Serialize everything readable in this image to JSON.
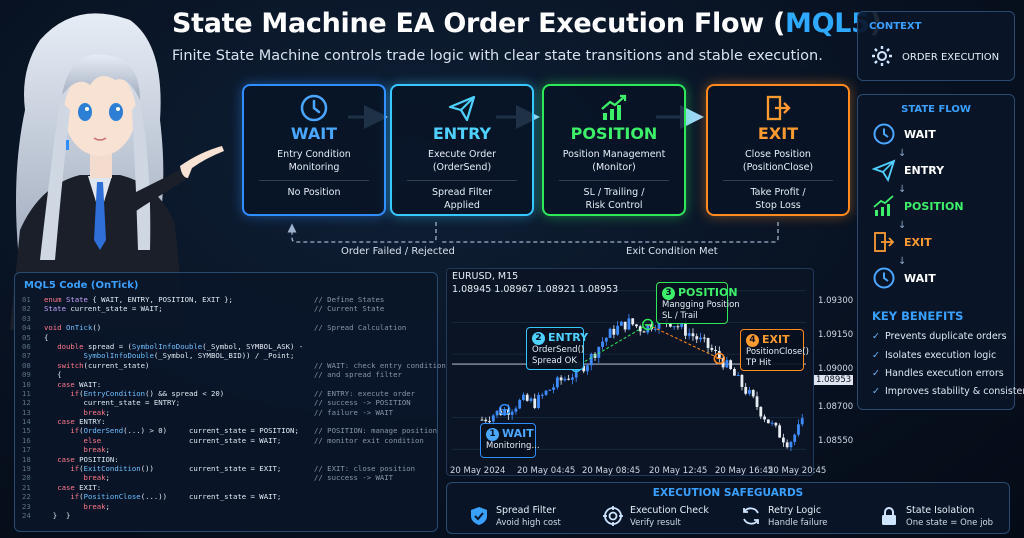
{
  "title": {
    "main": "State Machine EA Order Execution Flow (",
    "highlight": "MQL5",
    "end": ")"
  },
  "subtitle": "Finite State Machine controls trade logic with clear state transitions and stable execution.",
  "states": [
    {
      "name": "WAIT",
      "line1a": "Entry Condition",
      "line1b": "Monitoring",
      "line2a": "No Position",
      "line2b": ""
    },
    {
      "name": "ENTRY",
      "line1a": "Execute Order",
      "line1b": "(OrderSend)",
      "line2a": "Spread Filter",
      "line2b": "Applied"
    },
    {
      "name": "POSITION",
      "line1a": "Position Management",
      "line1b": "(Monitor)",
      "line2a": "SL / Trailing /",
      "line2b": "Risk Control"
    },
    {
      "name": "EXIT",
      "line1a": "Close Position",
      "line1b": "(PositionClose)",
      "line2a": "Take Profit /",
      "line2b": "Stop Loss"
    }
  ],
  "loops": {
    "failed": "Order Failed / Rejected",
    "exit": "Exit Condition Met"
  },
  "context": {
    "title": "CONTEXT",
    "value": "ORDER EXECUTION"
  },
  "state_flow": {
    "title": "STATE FLOW",
    "steps": [
      "WAIT",
      "ENTRY",
      "POSITION",
      "EXIT",
      "WAIT"
    ]
  },
  "benefits": {
    "title": "KEY BENEFITS",
    "items": [
      "Prevents duplicate orders",
      "Isolates execution logic",
      "Handles execution errors",
      "Improves stability & consistency"
    ]
  },
  "code": {
    "title": "MQL5 Code (OnTick)",
    "lines": [
      {
        "n": "01",
        "code": "enum State { WAIT, ENTRY, POSITION, EXIT };",
        "comment": "// Define States"
      },
      {
        "n": "02",
        "code": "State current_state = WAIT;",
        "comment": "// Current State"
      },
      {
        "n": "03",
        "code": "",
        "comment": ""
      },
      {
        "n": "04",
        "code": "void OnTick()",
        "comment": "// Spread Calculation"
      },
      {
        "n": "05",
        "code": "{",
        "comment": ""
      },
      {
        "n": "06",
        "code": "   double spread = (SymbolInfoDouble(_Symbol, SYMBOL_ASK) -",
        "comment": ""
      },
      {
        "n": "07",
        "code": "         SymbolInfoDouble(_Symbol, SYMBOL_BID)) / _Point;",
        "comment": ""
      },
      {
        "n": "08",
        "code": "   switch(current_state)",
        "comment": "// WAIT: check entry condition"
      },
      {
        "n": "09",
        "code": "   {",
        "comment": "// and spread filter"
      },
      {
        "n": "10",
        "code": "   case WAIT:",
        "comment": ""
      },
      {
        "n": "11",
        "code": "      if(EntryCondition() && spread < 20)",
        "comment": "// ENTRY: execute order"
      },
      {
        "n": "12",
        "code": "         current_state = ENTRY;",
        "comment": "// success -> POSITION"
      },
      {
        "n": "13",
        "code": "         break;",
        "comment": "// failure -> WAIT"
      },
      {
        "n": "14",
        "code": "   case ENTRY:",
        "comment": ""
      },
      {
        "n": "15",
        "code": "      if(OrderSend(...) > 0)     current_state = POSITION;",
        "comment": "// POSITION: manage position"
      },
      {
        "n": "16",
        "code": "         else                    current_state = WAIT;",
        "comment": "// monitor exit condition"
      },
      {
        "n": "17",
        "code": "         break;",
        "comment": ""
      },
      {
        "n": "18",
        "code": "   case POSITION:",
        "comment": ""
      },
      {
        "n": "19",
        "code": "      if(ExitCondition())        current_state = EXIT;",
        "comment": "// EXIT: close position"
      },
      {
        "n": "20",
        "code": "         break;",
        "comment": "// success -> WAIT"
      },
      {
        "n": "21",
        "code": "   case EXIT:",
        "comment": ""
      },
      {
        "n": "22",
        "code": "      if(PositionClose(...))     current_state = WAIT;",
        "comment": ""
      },
      {
        "n": "23",
        "code": "         break;",
        "comment": ""
      },
      {
        "n": "24",
        "code": "  }  }",
        "comment": ""
      }
    ]
  },
  "chart": {
    "symbol": "EURUSD, M15",
    "ohlc": "1.08945  1.08967  1.08921  1.08953",
    "current_price": "1.08953",
    "y_ticks": [
      "1.09300",
      "1.09150",
      "1.09000",
      "1.08700",
      "1.08550"
    ],
    "x_ticks": [
      "20 May 2024",
      "20 May 04:45",
      "20 May 08:45",
      "20 May 12:45",
      "20 May 16:45",
      "20 May 20:45"
    ],
    "callouts": {
      "wait": {
        "num": "1",
        "title": "WAIT",
        "line1": "Monitoring...",
        "line2": ""
      },
      "entry": {
        "num": "2",
        "title": "ENTRY",
        "line1": "OrderSend()",
        "line2": "Spread OK"
      },
      "position": {
        "num": "3",
        "title": "POSITION",
        "line1": "Mangging Position",
        "line2": "SL / Trail"
      },
      "exit": {
        "num": "4",
        "title": "EXIT",
        "line1": "PositionClose()",
        "line2": "TP Hit"
      }
    }
  },
  "chart_data": {
    "type": "candlestick",
    "x_labels": [
      "20 May 2024",
      "20 May 04:45",
      "20 May 08:45",
      "20 May 12:45",
      "20 May 16:45",
      "20 May 20:45"
    ],
    "y_ticks": [
      1.093,
      1.0915,
      1.09,
      1.087,
      1.0855
    ],
    "current_price": 1.08953,
    "close_path": [
      1.0869,
      1.0872,
      1.0874,
      1.0878,
      1.0877,
      1.0883,
      1.0888,
      1.0891,
      1.0897,
      1.0906,
      1.0912,
      1.0915,
      1.0912,
      1.0915,
      1.0916,
      1.0912,
      1.0908,
      1.0903,
      1.0897,
      1.0889,
      1.0881,
      1.0872,
      1.0864,
      1.0858,
      1.0867
    ]
  },
  "safeguards": {
    "title": "EXECUTION SAFEGUARDS",
    "items": [
      {
        "title": "Spread Filter",
        "sub": "Avoid high cost"
      },
      {
        "title": "Execution Check",
        "sub": "Verify result"
      },
      {
        "title": "Retry Logic",
        "sub": "Handle failure"
      },
      {
        "title": "State Isolation",
        "sub": "One state = One job"
      }
    ]
  },
  "colors": {
    "wait": "#2f8dff",
    "entry": "#36c8ff",
    "position": "#2ee85a",
    "exit": "#ff8a1f",
    "accent": "#3aa0ff"
  }
}
